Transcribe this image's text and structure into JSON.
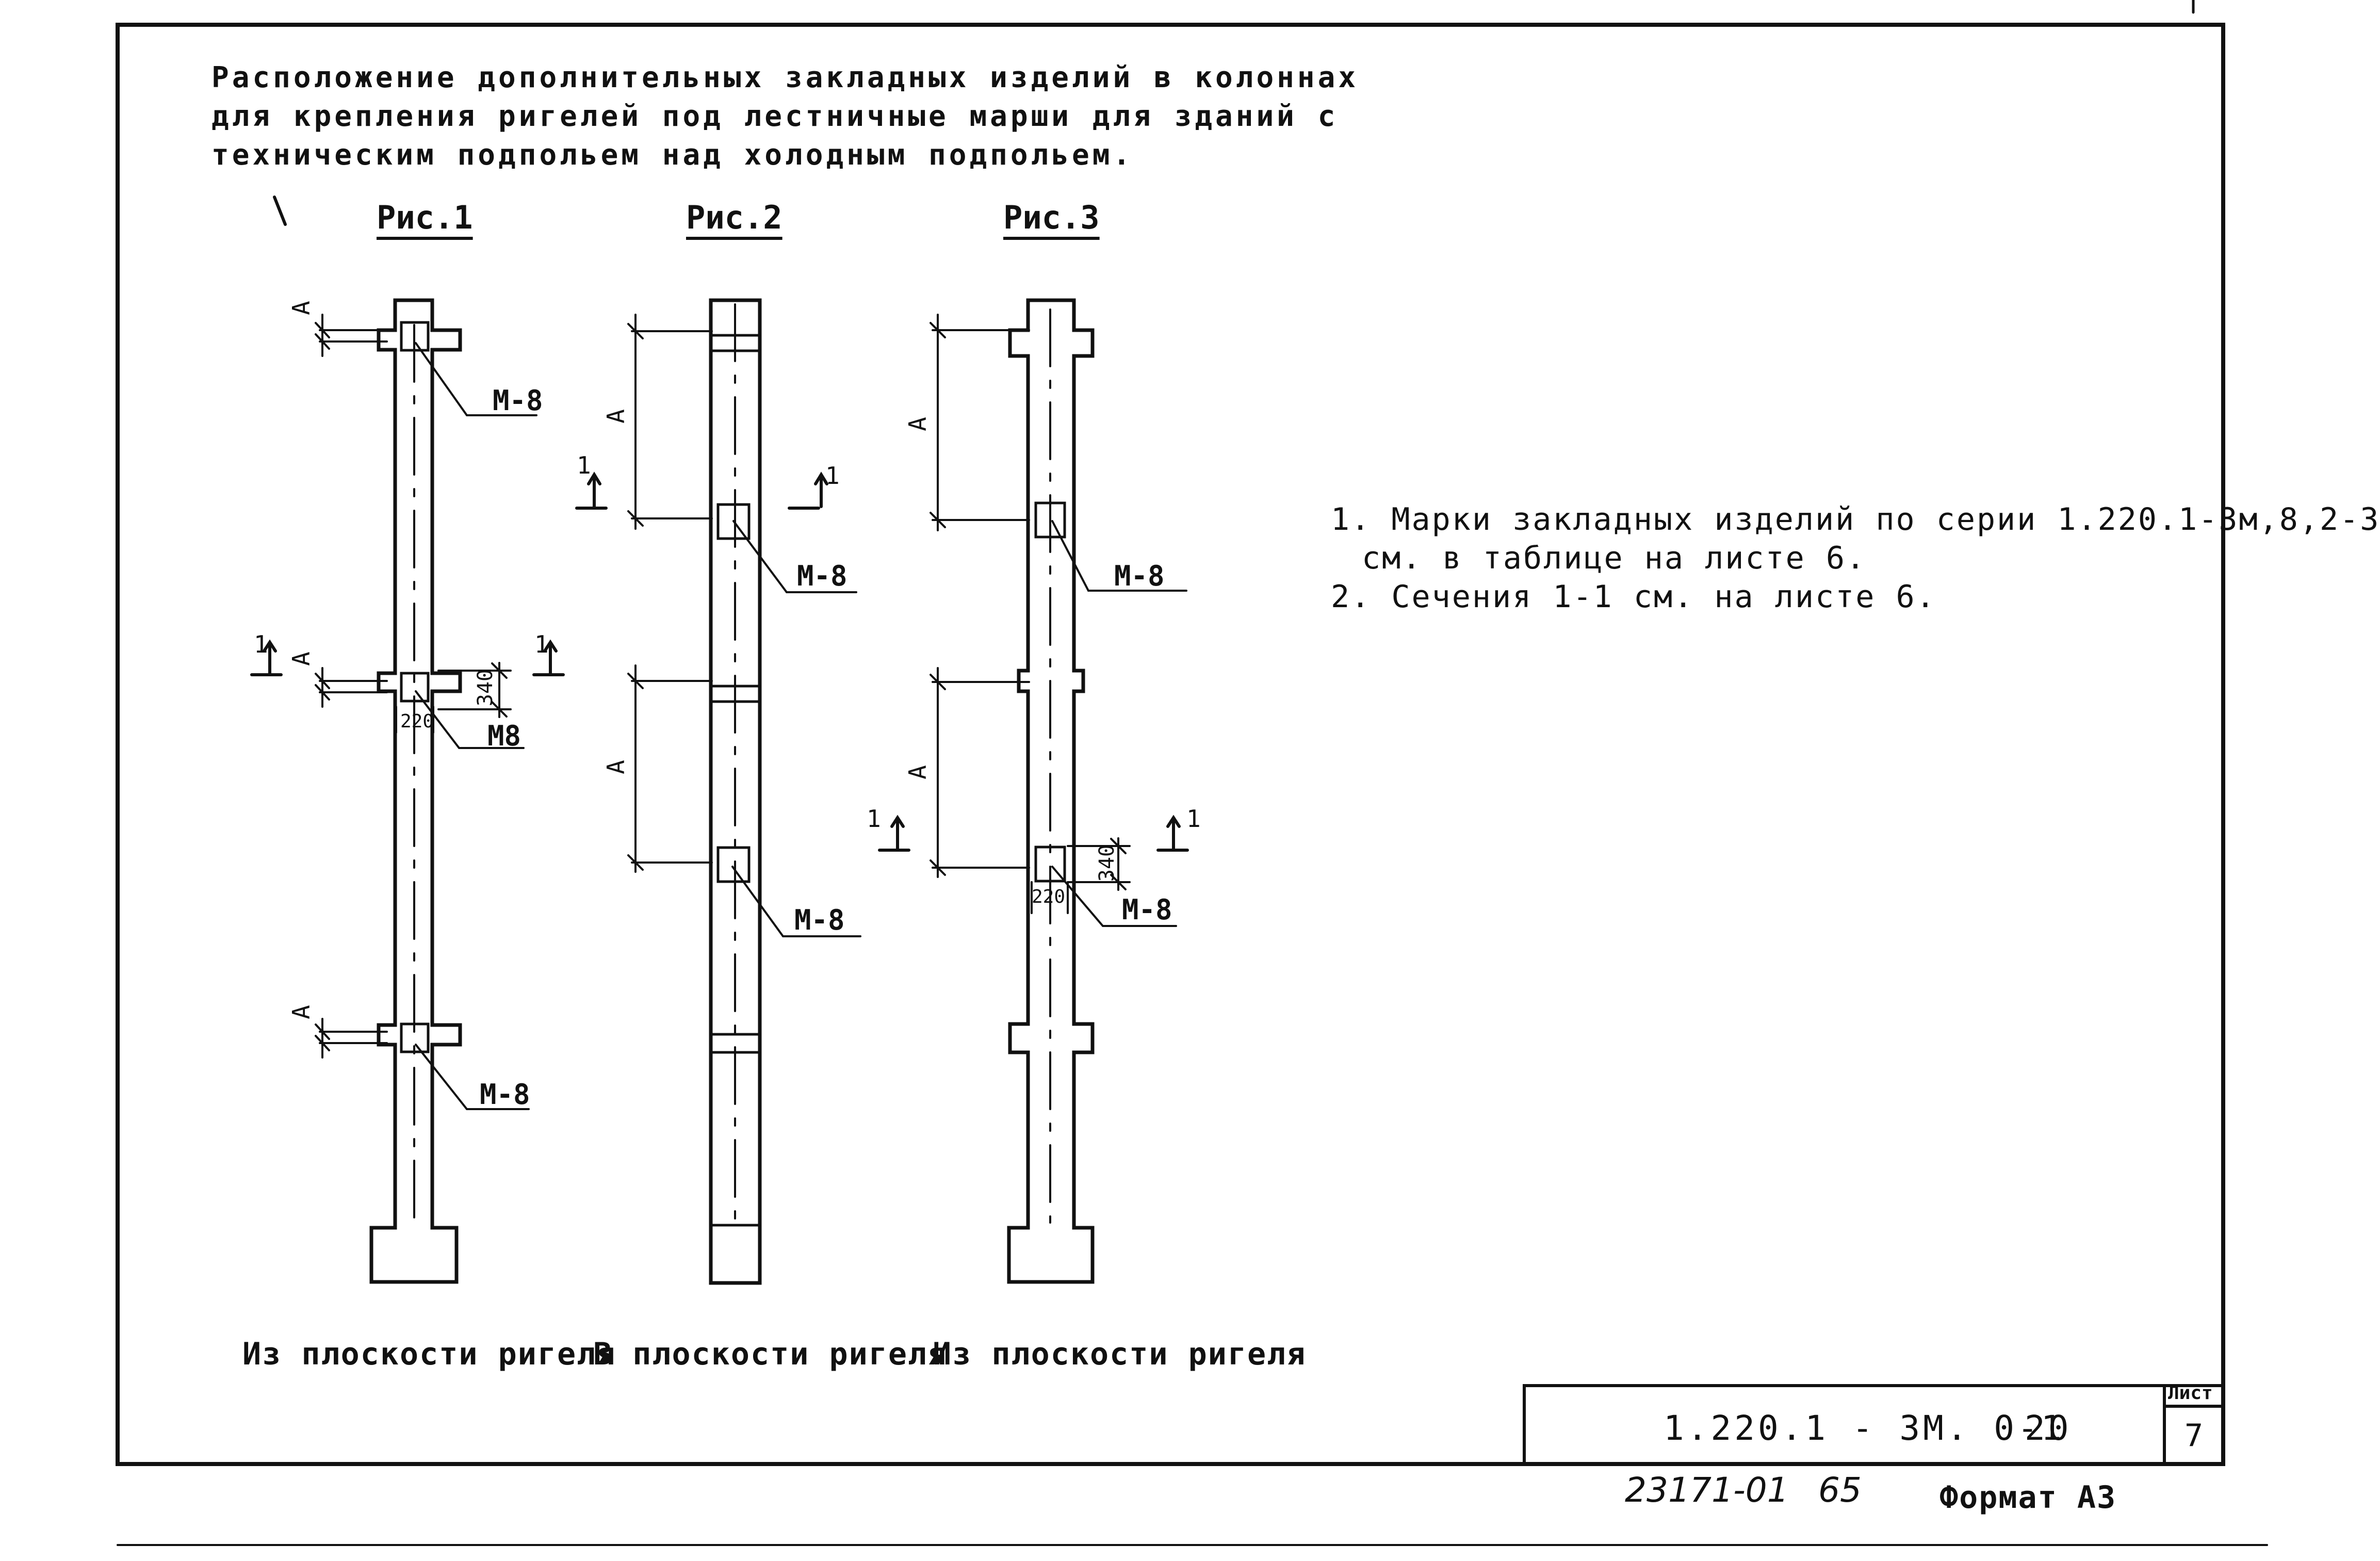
{
  "drawing": {
    "title_lines": [
      "Расположение дополнительных закладных изделий в колоннах",
      "для крепления ригелей под лестничные марши для зданий с",
      "техническим подпольем над холодным подпольем."
    ],
    "figures": [
      {
        "title": "Рис.1",
        "caption": "Из плоскости ригеля",
        "labels": [
          "M-8",
          "M8",
          "M-8"
        ],
        "dimension_label": "A",
        "section_label": "1",
        "dims": [
          "340",
          "220"
        ]
      },
      {
        "title": "Рис.2",
        "caption": "В плоскости ригеля",
        "labels": [
          "M-8",
          "M-8"
        ],
        "dimension_label": "A",
        "section_label": "1"
      },
      {
        "title": "Рис.3",
        "caption": "Из плоскости ригеля",
        "labels": [
          "M-8",
          "M-8"
        ],
        "dimension_label": "A",
        "section_label": "1",
        "dims": [
          "340",
          "220"
        ]
      }
    ],
    "notes": [
      "1. Марки закладных изделий по серии 1.220.1-3м,8,2-3",
      "см. в таблице на листе 6.",
      "2. Сечения 1-1 см. на листе 6."
    ]
  },
  "title_block": {
    "code": "1.220.1 - 3М. 0-1",
    "number": "20",
    "sheet_label": "Лист",
    "sheet_number": "7",
    "inventory": "23171-01",
    "inventory_page": "65",
    "format": "Формат А3"
  },
  "colors": {
    "ink": "#111111",
    "paper": "#ffffff"
  }
}
